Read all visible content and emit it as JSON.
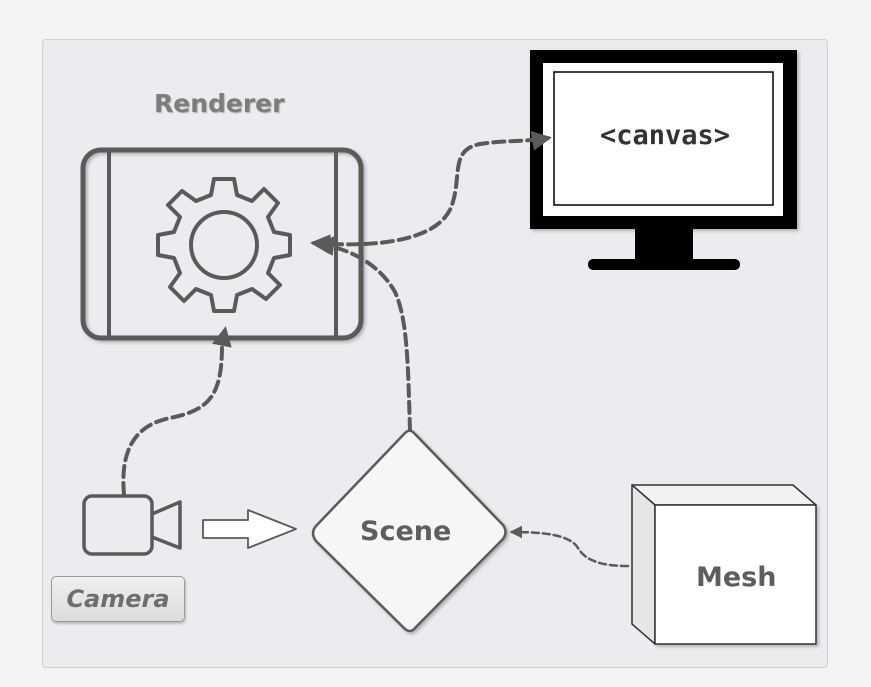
{
  "nodes": {
    "renderer": {
      "label": "Renderer",
      "icon": "gear-icon"
    },
    "canvas": {
      "label": "<canvas>",
      "icon": "monitor-icon"
    },
    "scene": {
      "label": "Scene",
      "shape": "diamond"
    },
    "camera": {
      "label": "Camera",
      "icon": "camera-icon"
    },
    "mesh": {
      "label": "Mesh",
      "shape": "cube"
    }
  },
  "edges": [
    {
      "from": "renderer",
      "to": "canvas",
      "style": "dashed",
      "direction": "both"
    },
    {
      "from": "scene",
      "to": "renderer",
      "style": "dashed",
      "direction": "forward"
    },
    {
      "from": "camera",
      "to": "renderer",
      "style": "dashed",
      "direction": "forward"
    },
    {
      "from": "camera",
      "to": "scene",
      "style": "hollow-arrow",
      "direction": "forward"
    },
    {
      "from": "mesh",
      "to": "scene",
      "style": "dashed",
      "direction": "forward"
    }
  ],
  "colors": {
    "background": "#ebebf0",
    "stroke": "#5a5a5a",
    "monitor": "#000000",
    "renderer_title": "#7d7d7d"
  }
}
